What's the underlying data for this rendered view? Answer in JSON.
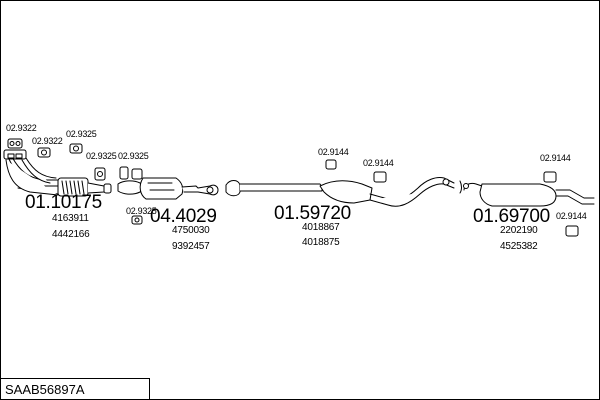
{
  "kit_code": "SAAB56897A",
  "groups": [
    {
      "id": "front",
      "set_number": "01.10175",
      "references": [
        "4163911",
        "4442166"
      ],
      "gaskets": [
        "02.9322",
        "02.9322",
        "02.9325",
        "02.9325",
        "02.9325",
        "02.9325"
      ]
    },
    {
      "id": "catalyst",
      "set_number": "04.4029",
      "references": [
        "4750030",
        "9392457"
      ],
      "gaskets": []
    },
    {
      "id": "middle",
      "set_number": "01.59720",
      "references": [
        "4018867",
        "4018875"
      ],
      "gaskets": [
        "02.9144",
        "02.9144"
      ]
    },
    {
      "id": "rear",
      "set_number": "01.69700",
      "references": [
        "2202190",
        "4525382"
      ],
      "gaskets": [
        "02.9144",
        "02.9144"
      ]
    }
  ]
}
